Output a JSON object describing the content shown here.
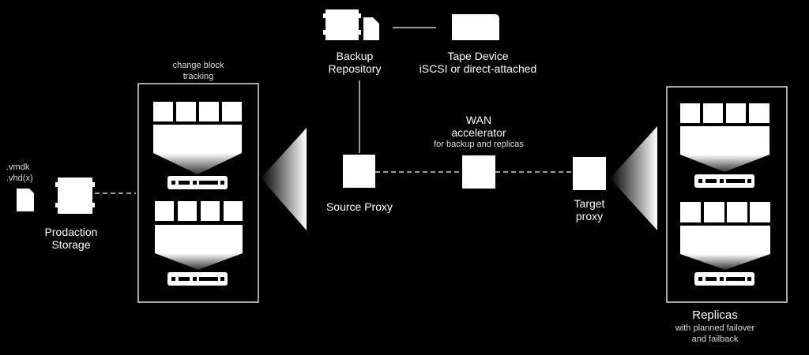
{
  "files": {
    "line1": ".vmdk",
    "line2": ".vhd(x)"
  },
  "production": {
    "line1": "Prodaction",
    "line2": "Storage"
  },
  "cbt": {
    "line1": "change block",
    "line2": "tracking"
  },
  "repository": {
    "line1": "Backup",
    "line2": "Repository"
  },
  "tape": {
    "line1": "Tape Device",
    "line2": "iSCSI or direct-attached"
  },
  "wan": {
    "line1": "WAN",
    "line2": "accelerator",
    "sub": "for backup and replicas"
  },
  "source_proxy": {
    "label": "Source Proxy"
  },
  "target_proxy": {
    "line1": "Target",
    "line2": "proxy"
  },
  "replicas": {
    "title": "Replicas",
    "sub1": "with planned failover",
    "sub2": "and failback"
  },
  "colors": {
    "background": "#000000",
    "foreground": "#ffffff",
    "connector": "#cccccc"
  }
}
